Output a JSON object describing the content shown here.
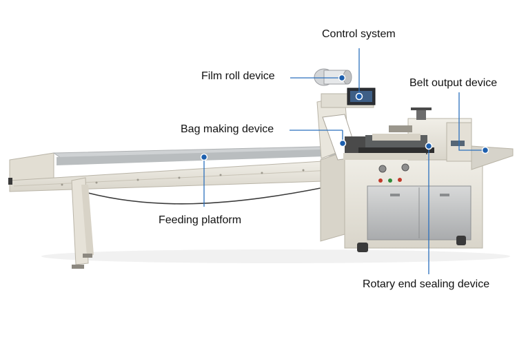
{
  "colors": {
    "leader_line": "#2a6fbd",
    "dot": "#1d5fae",
    "machine_body": "#e9e6dd",
    "machine_shadow": "#cfcbbf",
    "machine_dark": "#3a3a3a"
  },
  "labels": {
    "control_system": "Control system",
    "film_roll_device": "Film roll device",
    "belt_output_device": "Belt output device",
    "bag_making_device": "Bag making device",
    "feeding_platform": "Feeding platform",
    "rotary_end_sealing_device": "Rotary end sealing device"
  }
}
